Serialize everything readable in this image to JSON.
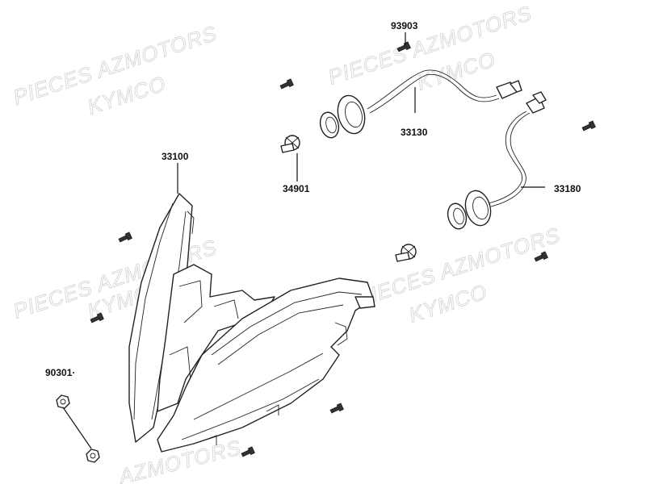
{
  "watermarks": [
    "PIECES AZMOTORS",
    "KYMCO",
    "PIECES AZMOTORS",
    "KYMCO",
    "PIECES AZMOTORS",
    "KYMCO",
    "PIECES AZMOTORS",
    "KYMCO",
    "AZMOTORS"
  ],
  "callouts": [
    {
      "id": "93903",
      "label": "93903"
    },
    {
      "id": "33130",
      "label": "33130"
    },
    {
      "id": "33100",
      "label": "33100"
    },
    {
      "id": "34901",
      "label": "34901"
    },
    {
      "id": "33180",
      "label": "33180"
    },
    {
      "id": "90301",
      "label": "90301·"
    }
  ]
}
